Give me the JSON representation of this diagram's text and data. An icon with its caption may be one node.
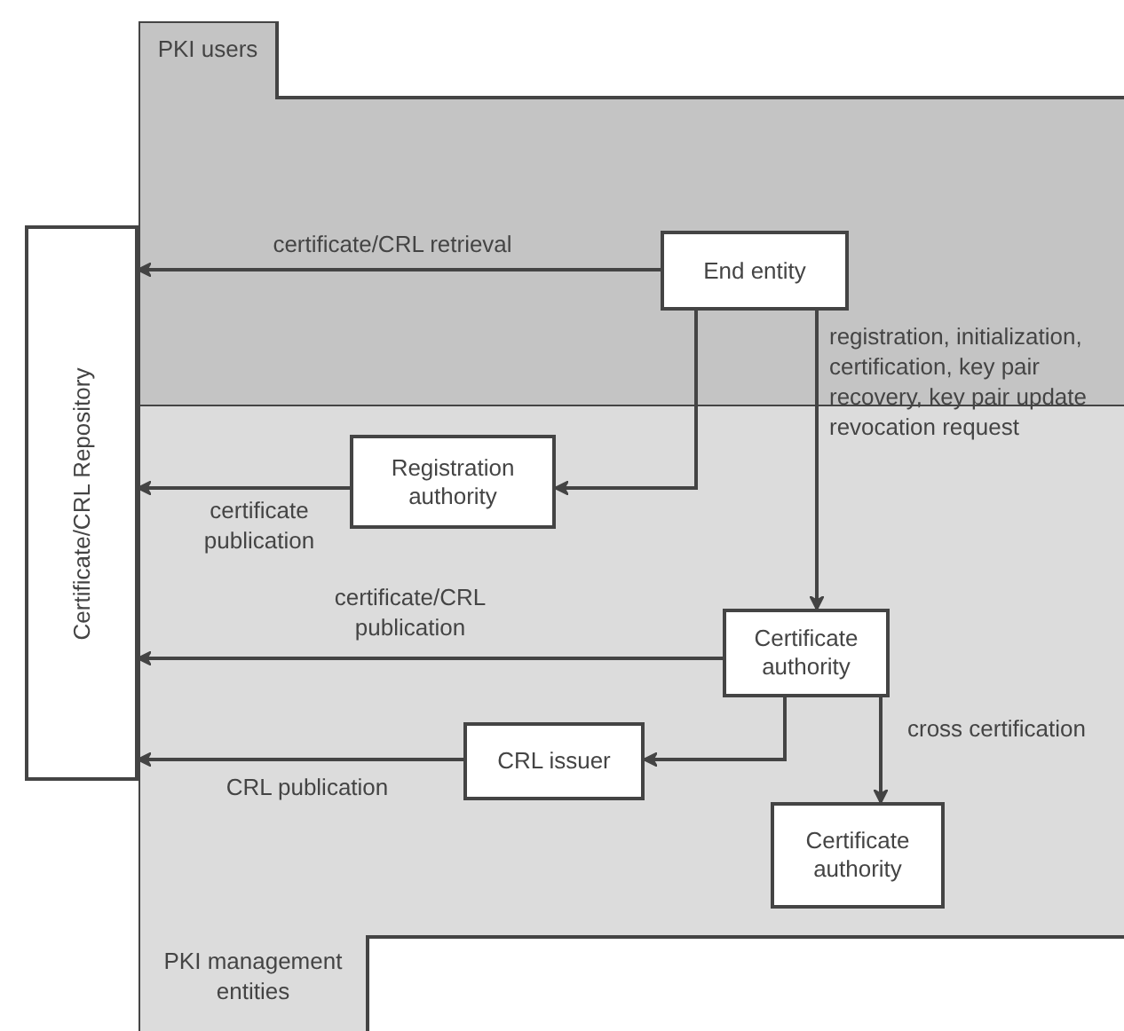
{
  "diagram": {
    "nodes": [
      {
        "text": [
          "PKI users"
        ]
      },
      {
        "text": [
          "Certificate/CRL Repository"
        ]
      },
      {
        "text": [
          "End entity"
        ],
        "in": 0
      },
      {
        "text": [
          "PKI management entities"
        ]
      },
      {
        "text": [
          "Registration authority"
        ],
        "in": 3
      },
      {
        "text": [
          "Certificate authority"
        ],
        "in": 3
      },
      {
        "text": [
          "CRL issuer"
        ],
        "in": 3
      },
      {
        "text": [
          "Certificate authority"
        ],
        "in": 3
      }
    ],
    "edges": [
      {
        "from": 2,
        "to": 1,
        "arrow": "to",
        "label": "certificate/CRL retrieval"
      },
      {
        "from": 2,
        "to": 4,
        "arrow": "to"
      },
      {
        "from": 2,
        "to": 5,
        "arrow": "to",
        "label": "registration, initialization, certification, key pair recovery, key pair update revocation request"
      },
      {
        "from": 4,
        "to": 1,
        "arrow": "to",
        "label": "certificate publication"
      },
      {
        "from": 5,
        "to": 1,
        "arrow": "to",
        "label": "certificate/CRL publication"
      },
      {
        "from": 5,
        "to": 6,
        "arrow": "to"
      },
      {
        "from": 5,
        "to": 7,
        "arrow": "to",
        "label": "cross certification"
      },
      {
        "from": 6,
        "to": 1,
        "arrow": "to",
        "label": "CRL publication"
      }
    ]
  }
}
